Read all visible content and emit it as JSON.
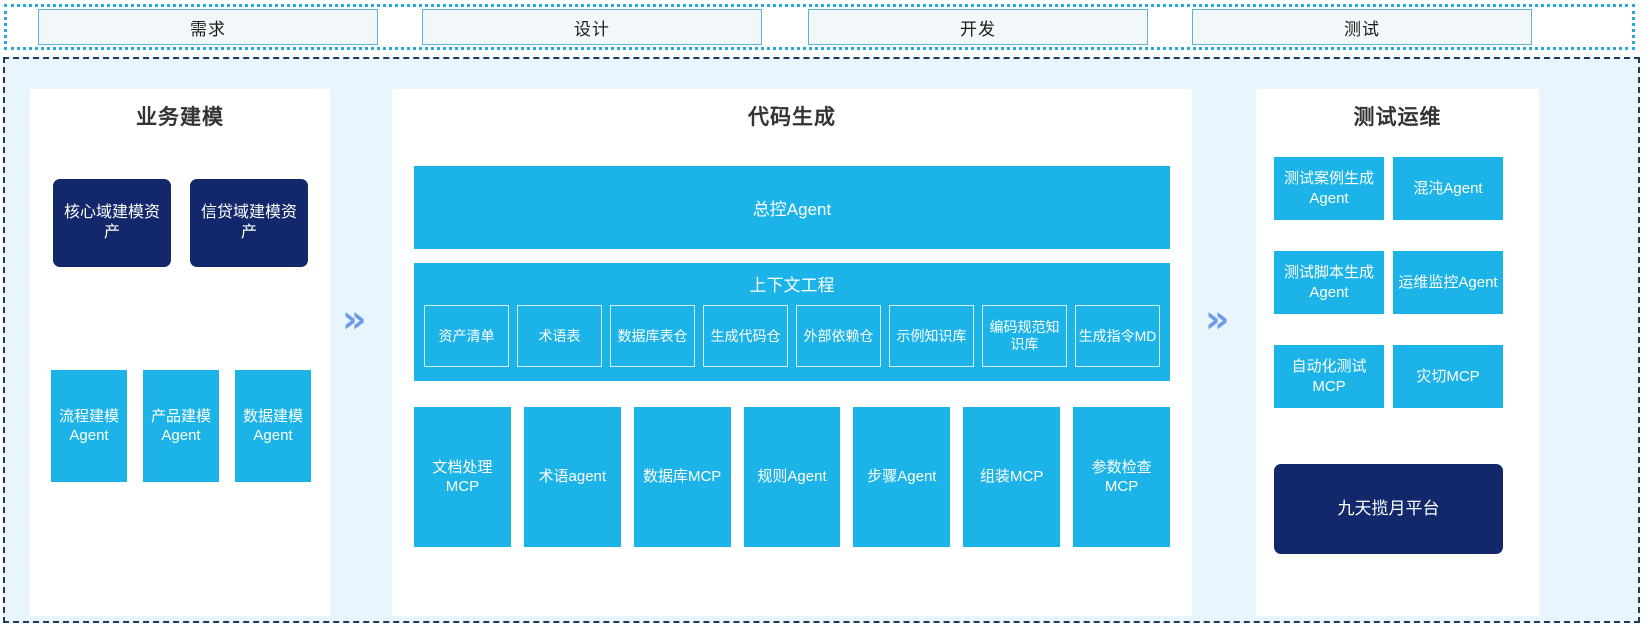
{
  "phases": {
    "tabs": [
      {
        "label": "需求"
      },
      {
        "label": "设计"
      },
      {
        "label": "开发"
      },
      {
        "label": "测试"
      }
    ]
  },
  "arrows": {
    "left_glyph": "»",
    "right_glyph": "»"
  },
  "panels": {
    "business_modeling": {
      "title": "业务建模",
      "assets": [
        {
          "label": "核心域建模资产"
        },
        {
          "label": "信贷域建模资产"
        }
      ],
      "agents": [
        {
          "label": "流程建模Agent"
        },
        {
          "label": "产品建模Agent"
        },
        {
          "label": "数据建模Agent"
        }
      ]
    },
    "code_generation": {
      "title": "代码生成",
      "master_agent": "总控Agent",
      "context_engineering": {
        "title": "上下文工程",
        "items": [
          {
            "label": "资产清单"
          },
          {
            "label": "术语表"
          },
          {
            "label": "数据库表仓"
          },
          {
            "label": "生成代码仓"
          },
          {
            "label": "外部依赖仓"
          },
          {
            "label": "示例知识库"
          },
          {
            "label": "编码规范知识库"
          },
          {
            "label": "生成指令MD"
          }
        ]
      },
      "tools": [
        {
          "label": "文档处理MCP"
        },
        {
          "label": "术语agent"
        },
        {
          "label": "数据库MCP"
        },
        {
          "label": "规则Agent"
        },
        {
          "label": "步骤Agent"
        },
        {
          "label": "组装MCP"
        },
        {
          "label": "参数检查MCP"
        }
      ]
    },
    "test_ops": {
      "title": "测试运维",
      "items": [
        {
          "label": "测试案例生成Agent"
        },
        {
          "label": "混沌Agent"
        },
        {
          "label": "测试脚本生成Agent"
        },
        {
          "label": "运维监控Agent"
        },
        {
          "label": "自动化测试MCP"
        },
        {
          "label": "灾切MCP"
        }
      ],
      "platform": {
        "label": "九天揽月平台"
      }
    }
  },
  "colors": {
    "accent_cyan": "#1cb4e8",
    "navy": "#12286b",
    "canvas_bg": "#e9f5fd",
    "chevron": "#6f9ce8",
    "tab_border": "#5fb4d6"
  }
}
